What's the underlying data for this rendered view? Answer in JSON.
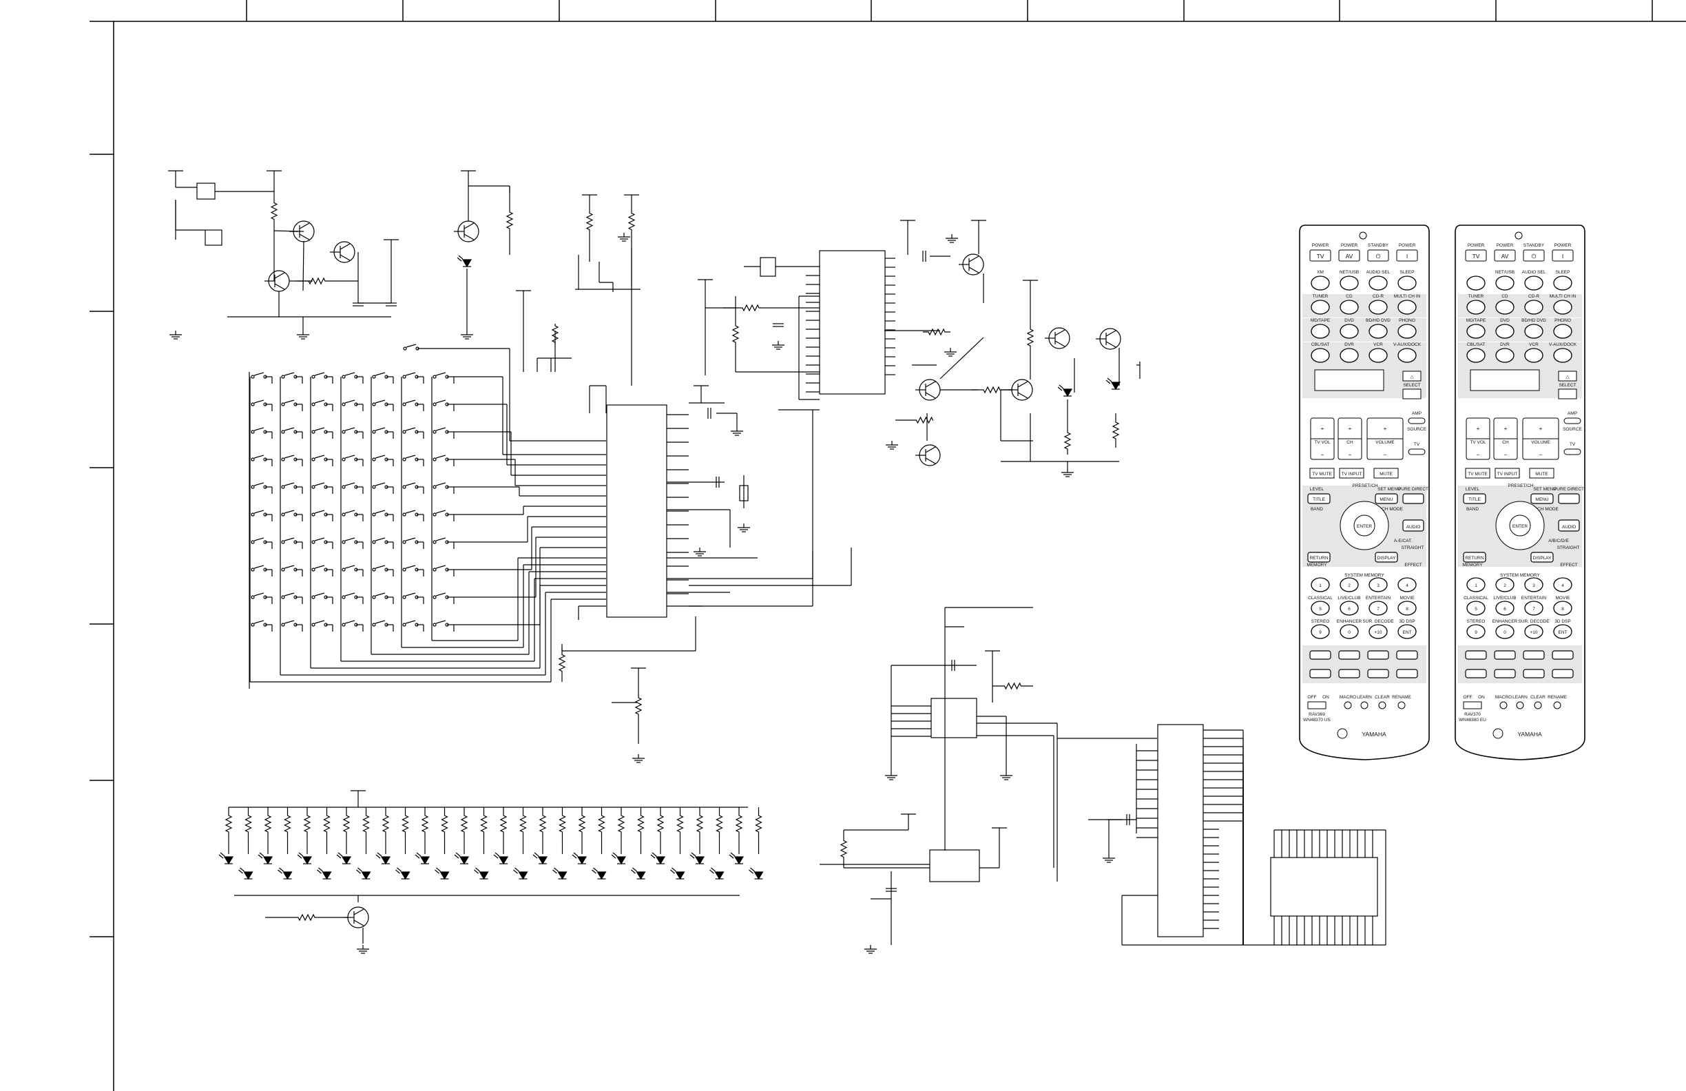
{
  "remote_a": {
    "power_labels": [
      "POWER",
      "POWER",
      "STANDBY",
      "POWER"
    ],
    "top_buttons": [
      "TV",
      "AV",
      "⏻",
      "I"
    ],
    "row1": [
      "XM",
      "NET/USB",
      "AUDIO SEL",
      "SLEEP"
    ],
    "row2": [
      "TUNER",
      "CD",
      "CD-R",
      "MULTI CH IN"
    ],
    "row3": [
      "MD/TAPE",
      "DVD",
      "BD/HD DVD",
      "PHONO"
    ],
    "row4": [
      "CBL/SAT",
      "DVR",
      "VCR",
      "V-AUX/DOCK"
    ],
    "select": "SELECT",
    "amp": "AMP",
    "source": "SOURCE",
    "tv": "TV",
    "vol_labels": [
      "TV VOL",
      "CH",
      "VOLUME"
    ],
    "mute_row": [
      "TV MUTE",
      "TV INPUT",
      "MUTE"
    ],
    "nav_labels": [
      "LEVEL",
      "PRESET/CH",
      "SET MENU",
      "PURE DIRECT",
      "TITLE",
      "MENU",
      "BAND",
      "SRCH MODE",
      "ENTER",
      "AUDIO",
      "A-E/CAT.",
      "STRAIGHT",
      "RETURN",
      "DISPLAY",
      "MEMORY",
      "EFFECT"
    ],
    "system_memory": "SYSTEM MEMORY",
    "num1": [
      "1",
      "2",
      "3",
      "4"
    ],
    "scene1": [
      "CLASSICAL",
      "LIVE/CLUB",
      "ENTERTAIN",
      "MOVIE"
    ],
    "num2": [
      "5",
      "6",
      "7",
      "8"
    ],
    "scene2": [
      "STEREO",
      "ENHANCER",
      "SUR. DECODE",
      "3D DSP"
    ],
    "num3": [
      "9",
      "0",
      "+10",
      "ENT"
    ],
    "bottom_row": [
      "OFF",
      "ON",
      "MACRO",
      "LEARN",
      "CLEAR",
      "RENAME"
    ],
    "model": "RAV369",
    "model_code": "WN48370 US",
    "brand": "YAMAHA"
  },
  "remote_b": {
    "power_labels": [
      "POWER",
      "POWER",
      "STANDBY",
      "POWER"
    ],
    "top_buttons": [
      "TV",
      "AV",
      "⏻",
      "I"
    ],
    "row1": [
      "",
      "NET/USB",
      "AUDIO SEL",
      "SLEEP"
    ],
    "row2": [
      "TUNER",
      "CD",
      "CD-R",
      "MULTI CH IN"
    ],
    "row3": [
      "MD/TAPE",
      "DVD",
      "BD/HD DVD",
      "PHONO"
    ],
    "row4": [
      "CBL/SAT",
      "DVR",
      "VCR",
      "V-AUX/DOCK"
    ],
    "select": "SELECT",
    "amp": "AMP",
    "source": "SOURCE",
    "tv": "TV",
    "vol_labels": [
      "TV VOL",
      "CH",
      "VOLUME"
    ],
    "mute_row": [
      "TV MUTE",
      "TV INPUT",
      "MUTE"
    ],
    "nav_labels": [
      "LEVEL",
      "PRESET/CH",
      "SET MENU",
      "PURE DIRECT",
      "TITLE",
      "MENU",
      "BAND",
      "SRCH MODE",
      "ENTER",
      "AUDIO",
      "A/B/C/D/E",
      "STRAIGHT",
      "RETURN",
      "DISPLAY",
      "MEMORY",
      "EFFECT"
    ],
    "system_memory": "SYSTEM MEMORY",
    "num1": [
      "1",
      "2",
      "3",
      "4"
    ],
    "scene1": [
      "CLASSICAL",
      "LIVE/CLUB",
      "ENTERTAIN",
      "MOVIE"
    ],
    "num2": [
      "5",
      "6",
      "7",
      "8"
    ],
    "scene2": [
      "STEREO",
      "ENHANCER",
      "SUR. DECODE",
      "3D DSP"
    ],
    "num3": [
      "9",
      "0",
      "+10",
      "ENT"
    ],
    "bottom_row": [
      "OFF",
      "ON",
      "MACRO",
      "LEARN",
      "CLEAR",
      "RENAME"
    ],
    "model": "RAV370",
    "model_code": "WN48380 EU",
    "brand": "YAMAHA"
  }
}
